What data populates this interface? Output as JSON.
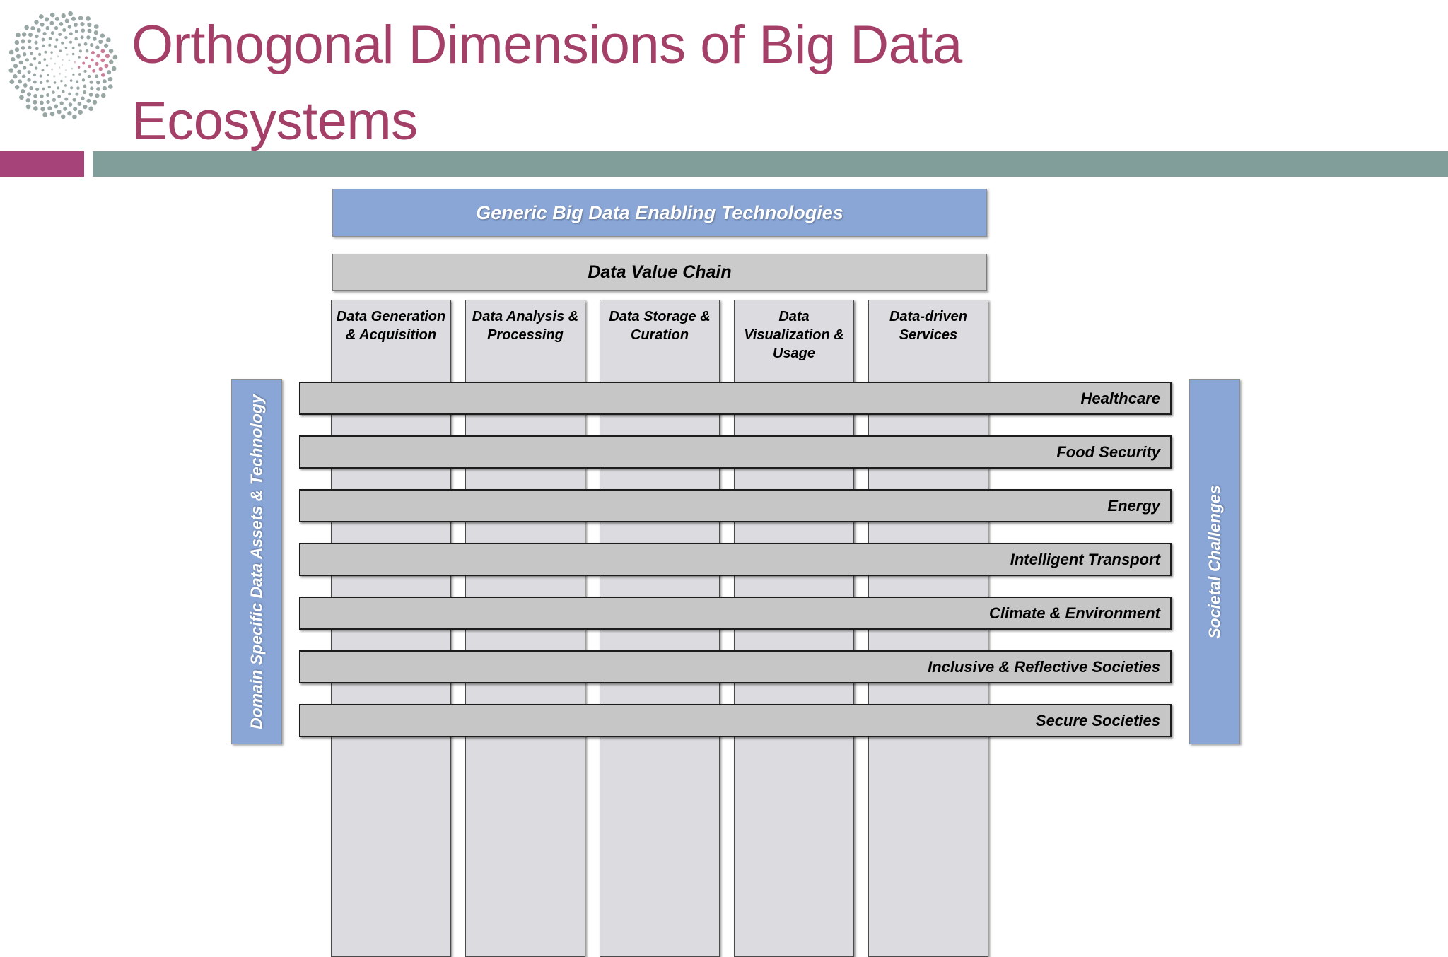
{
  "slide": {
    "title": "Orthogonal Dimensions of Big Data Ecosystems",
    "accent_color": "#a6447a",
    "title_color": "#a43f67",
    "rule_color": "#819e9b",
    "logo_name": "radial-dot-spiral-logo"
  },
  "diagram": {
    "top_band": {
      "label": "Generic Big Data Enabling Technologies",
      "background": "#8aa6d6",
      "text_color": "#ffffff"
    },
    "value_chain_band": {
      "label": "Data Value Chain",
      "background": "#cbcbcb",
      "text_color": "#000000"
    },
    "columns": [
      {
        "label": "Data Generation & Acquisition"
      },
      {
        "label": "Data Analysis & Processing"
      },
      {
        "label": "Data Storage & Curation"
      },
      {
        "label": "Data Visualization & Usage"
      },
      {
        "label": "Data-driven Services"
      }
    ],
    "rows": [
      {
        "label": "Healthcare"
      },
      {
        "label": "Food Security"
      },
      {
        "label": "Energy"
      },
      {
        "label": "Intelligent Transport"
      },
      {
        "label": "Climate & Environment"
      },
      {
        "label": "Inclusive & Reflective Societies"
      },
      {
        "label": "Secure Societies"
      }
    ],
    "left_panel": {
      "label": "Domain Specific Data Assets & Technology",
      "background": "#8aa6d6"
    },
    "right_panel": {
      "label": "Societal Challenges",
      "background": "#8aa6d6"
    },
    "column_background": "#dcdbdf",
    "row_background": "#c6c6c6"
  }
}
